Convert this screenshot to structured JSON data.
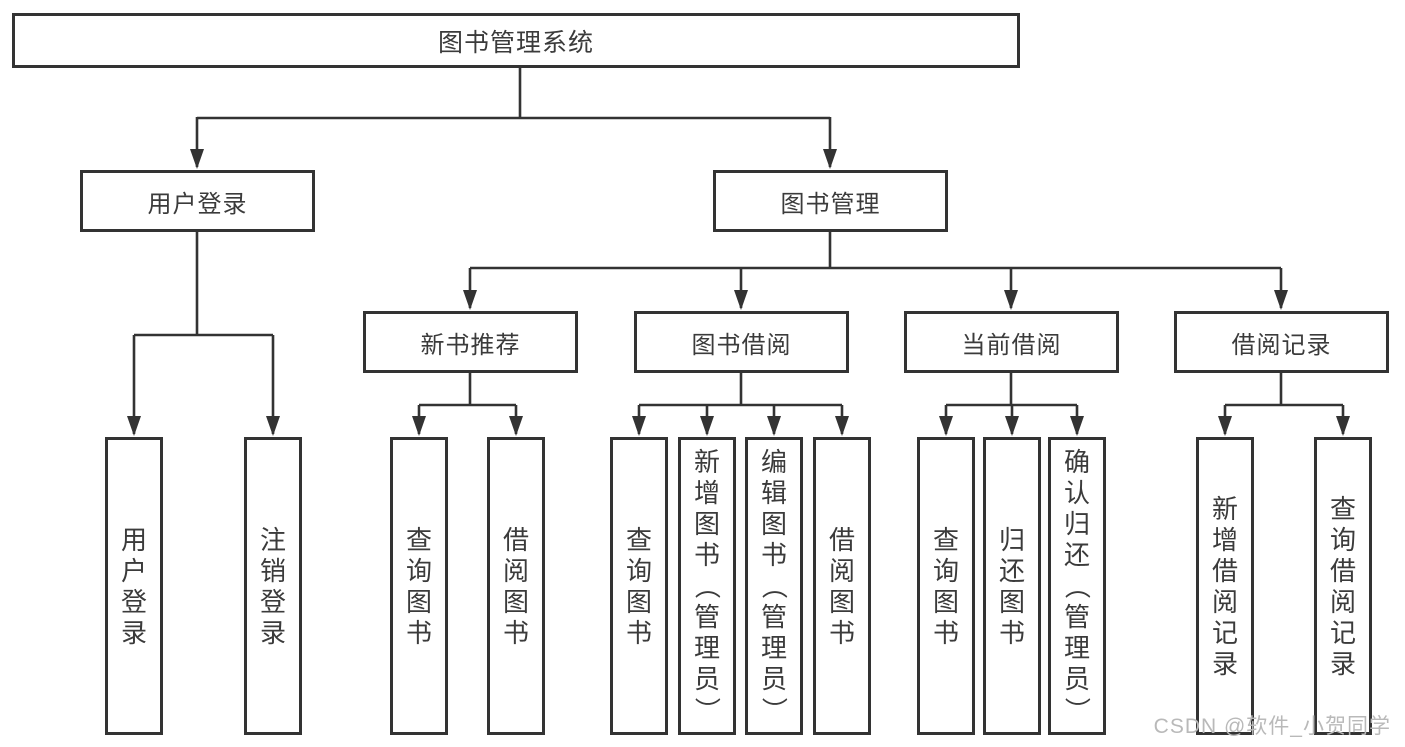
{
  "colors": {
    "line": "#333333",
    "box_border": "#333333",
    "text": "#3b3b3b",
    "watermark_text": "#b9b9b9",
    "background": "#ffffff"
  },
  "watermark": "CSDN @软件_小贺同学",
  "diagram": {
    "root": {
      "label": "图书管理系统"
    },
    "level2": [
      {
        "label": "用户登录"
      },
      {
        "label": "图书管理"
      }
    ],
    "level3": [
      {
        "label": "新书推荐"
      },
      {
        "label": "图书借阅"
      },
      {
        "label": "当前借阅"
      },
      {
        "label": "借阅记录"
      }
    ],
    "leaves": {
      "user_login": [
        {
          "label": "用户登录"
        },
        {
          "label": "注销登录"
        }
      ],
      "new_book_recommend": [
        {
          "label": "查询图书"
        },
        {
          "label": "借阅图书"
        }
      ],
      "book_borrow": [
        {
          "label": "查询图书"
        },
        {
          "label": "新增图书（管理员）"
        },
        {
          "label": "编辑图书（管理员）"
        },
        {
          "label": "借阅图书"
        }
      ],
      "current_borrow": [
        {
          "label": "查询图书"
        },
        {
          "label": "归还图书"
        },
        {
          "label": "确认归还（管理员）"
        }
      ],
      "borrow_records": [
        {
          "label": "新增借阅记录"
        },
        {
          "label": "查询借阅记录"
        }
      ]
    }
  }
}
